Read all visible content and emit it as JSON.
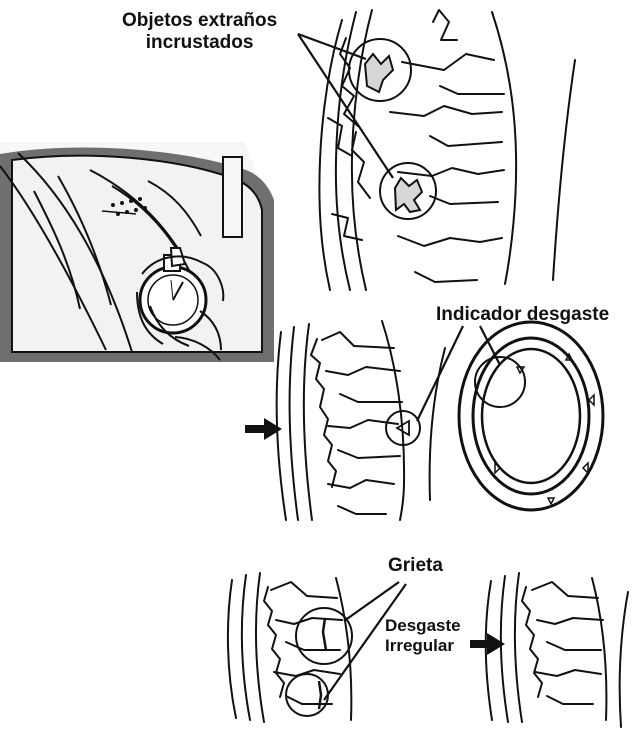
{
  "labels": {
    "foreign_objects_line1": "Objetos extraños",
    "foreign_objects_line2": "incrustados",
    "wear_indicator": "Indicador desgaste",
    "crack": "Grieta",
    "irregular_wear_line1": "Desgaste",
    "irregular_wear_line2": "Irregular"
  },
  "colors": {
    "ink": "#111111",
    "paper": "#ffffff",
    "shade": "#d7d7d7"
  }
}
